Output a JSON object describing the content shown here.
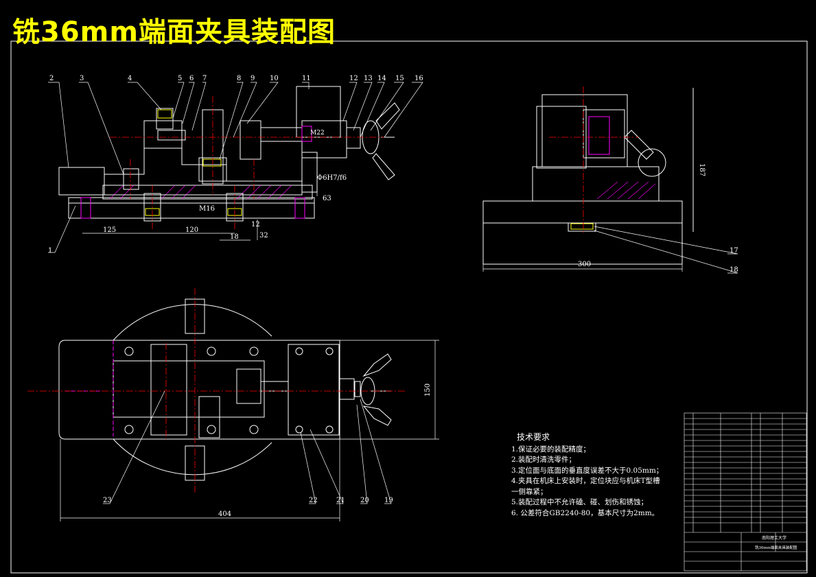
{
  "title": "铣36mm端面夹具装配图",
  "colors": {
    "background": "#000000",
    "title": "#ffff00",
    "lines": "#ffffff",
    "center_lines": "#ff0000",
    "hatch": "#ff00ff"
  },
  "balloons": [
    "1",
    "2",
    "3",
    "4",
    "5",
    "6",
    "7",
    "8",
    "9",
    "10",
    "11",
    "12",
    "13",
    "14",
    "15",
    "16",
    "17",
    "18",
    "19",
    "20",
    "21",
    "22",
    "23"
  ],
  "dimensions": {
    "front_125": "125",
    "front_120": "120",
    "front_18": "18",
    "front_32": "32",
    "front_12": "12",
    "front_63": "63",
    "front_m16": "M16",
    "front_fit": "Φ6H7/f6",
    "front_m22": "M22",
    "side_187": "187",
    "side_300": "300",
    "top_150": "150",
    "top_404": "404"
  },
  "tech_requirements": {
    "heading": "技术要求",
    "items": [
      "1.保证必要的装配精度；",
      "2.装配时清洗零件；",
      "3.定位面与底面的垂直度误差不大于0.05mm；",
      "4.夹具在机床上安装时，定位块应与机床T型槽",
      "一侧靠紧；",
      "5.装配过程中不允许磕、碰、划伤和锈蚀；",
      "6. 公差符合GB2240-80，基本尺寸为2mm。"
    ]
  },
  "title_block": {
    "school": "南阳理工大学",
    "drawing_name": "铣36mm端面夹具装配图"
  }
}
